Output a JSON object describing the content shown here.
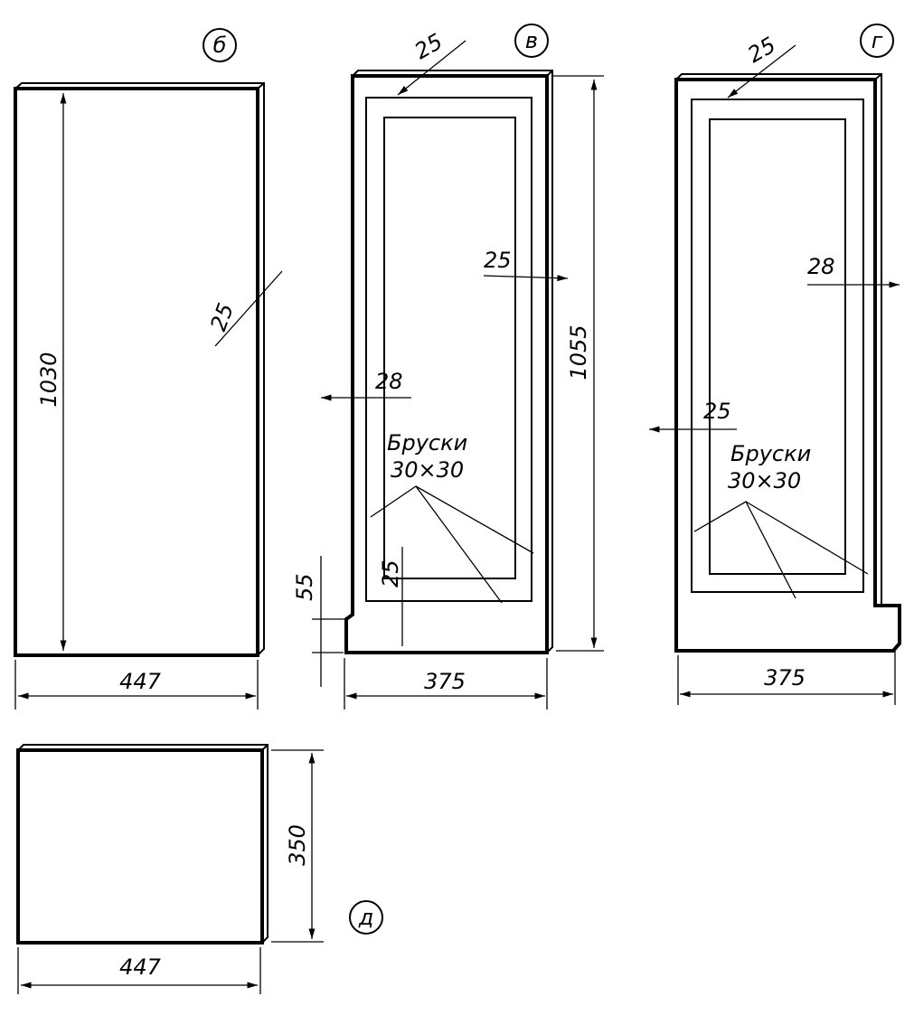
{
  "labels": {
    "panel_b": "б",
    "panel_v": "в",
    "panel_g": "г",
    "panel_d": "д"
  },
  "dimensions": {
    "b_height": "1030",
    "b_width": "447",
    "b_thickness": "25",
    "v_top": "25",
    "v_right": "25",
    "v_height": "1055",
    "v_left": "28",
    "v_bottom_bar": "25",
    "v_step": "55",
    "v_width": "375",
    "g_top": "25",
    "g_right": "28",
    "g_left": "25",
    "g_width": "375",
    "d_height": "350",
    "d_width": "447"
  },
  "notes": {
    "v_bars_line1": "Бруски",
    "v_bars_line2": "30×30",
    "g_bars_line1": "Бруски",
    "g_bars_line2": "30×30"
  }
}
